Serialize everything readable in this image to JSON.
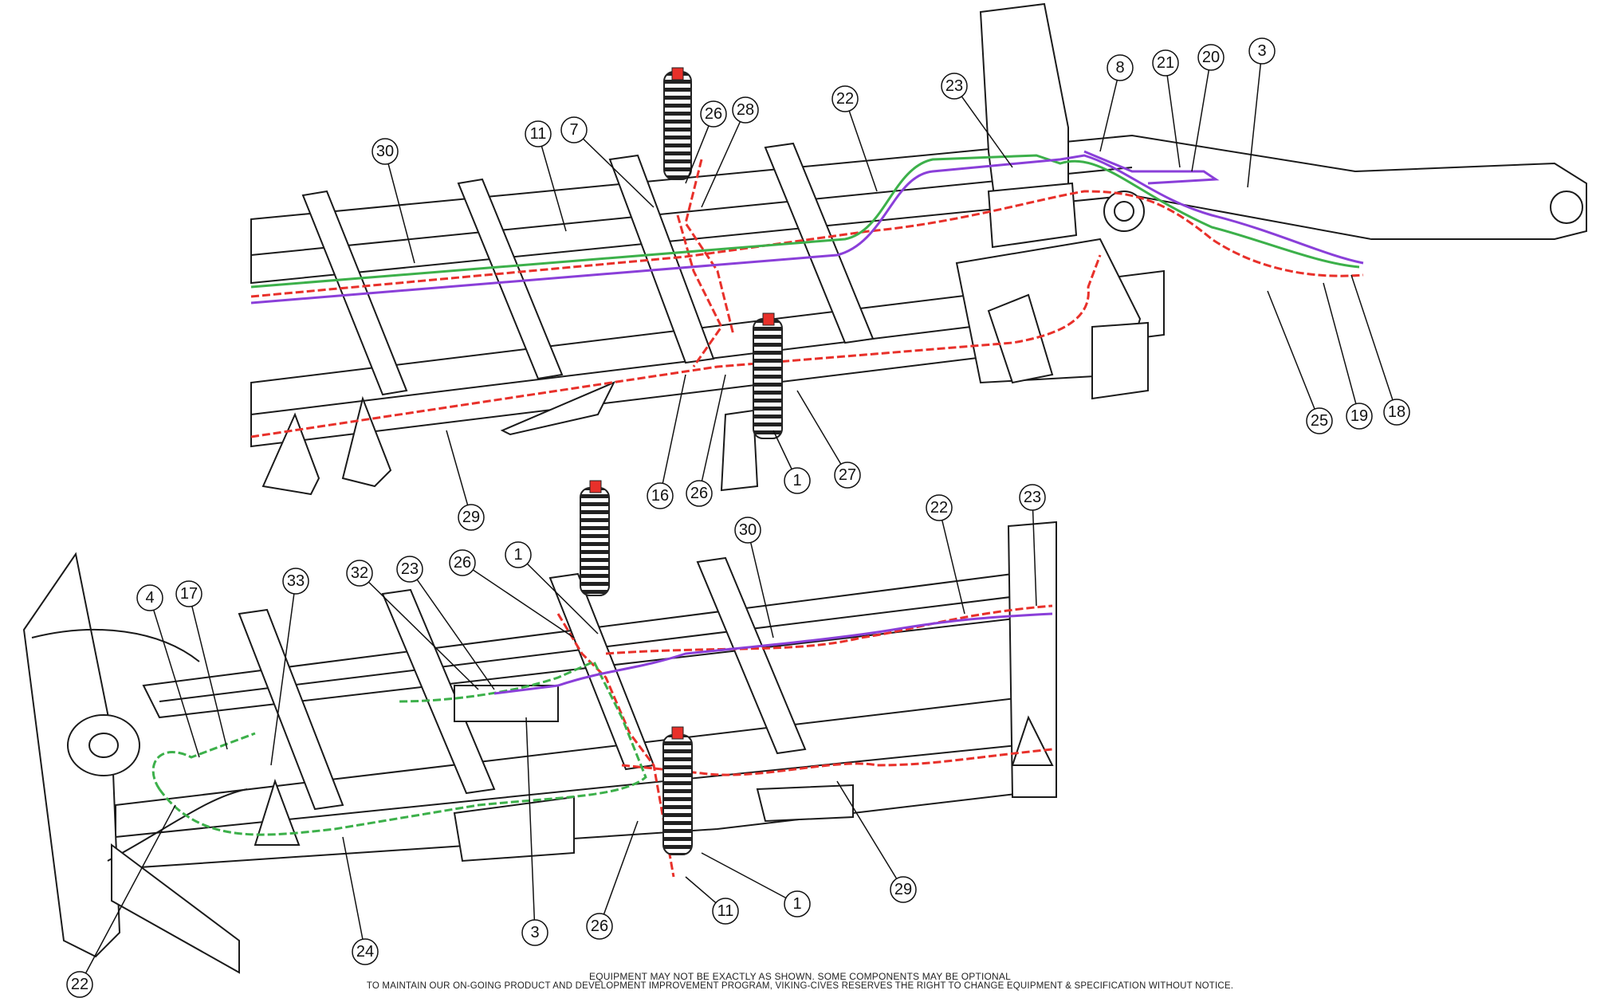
{
  "diagram": {
    "type": "exploded-assembly",
    "colors": {
      "frame": "#1a1a1a",
      "red_line": "#e8302a",
      "green_line": "#3cb04a",
      "purple_line": "#8a3fd9",
      "spring": "#2a2a2a",
      "spring_cap": "#e8302a",
      "background": "#ffffff"
    },
    "top_view_callouts": [
      "30",
      "11",
      "7",
      "26",
      "28",
      "22",
      "23",
      "8",
      "21",
      "20",
      "3",
      "25",
      "19",
      "18",
      "27",
      "1",
      "26",
      "16",
      "29"
    ],
    "bottom_view_callouts": [
      "30",
      "22",
      "23",
      "4",
      "17",
      "33",
      "32",
      "23",
      "26",
      "1",
      "3",
      "24",
      "22",
      "26",
      "11",
      "1",
      "29"
    ]
  },
  "footer": {
    "line1": "EQUIPMENT MAY NOT BE EXACTLY AS SHOWN. SOME COMPONENTS MAY BE OPTIONAL",
    "line2": "TO MAINTAIN OUR ON-GOING PRODUCT AND DEVELOPMENT IMPROVEMENT PROGRAM, VIKING-CIVES RESERVES THE RIGHT TO CHANGE EQUIPMENT & SPECIFICATION WITHOUT NOTICE."
  }
}
